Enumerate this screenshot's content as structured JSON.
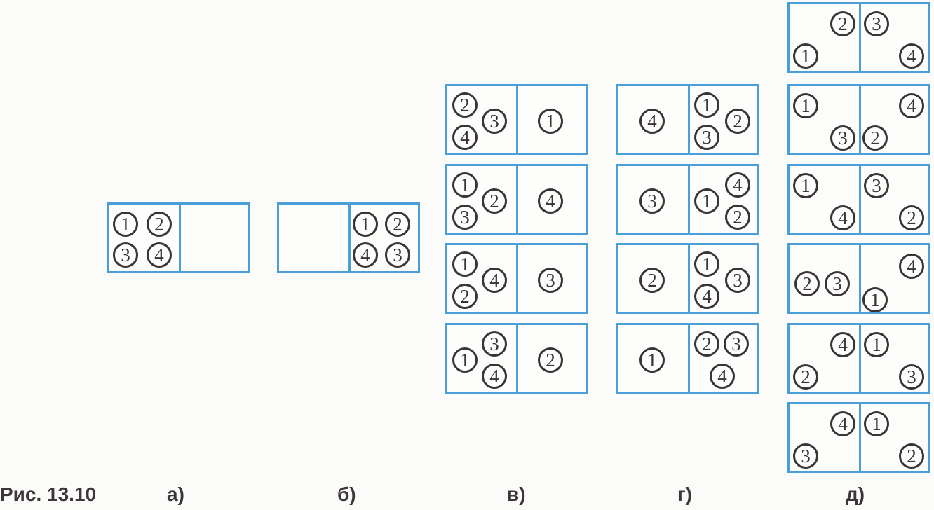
{
  "figure_label": "Рис. 13.10",
  "panel_labels": [
    "а)",
    "б)",
    "в)",
    "г)",
    "д)"
  ],
  "balls": {
    "a": {
      "left": [
        "1",
        "2",
        "3",
        "4"
      ],
      "right": []
    },
    "b": {
      "left": [],
      "right": [
        "1",
        "2",
        "4",
        "3"
      ]
    },
    "v": [
      {
        "left": [
          "2",
          "3",
          "4"
        ],
        "right": [
          "1"
        ]
      },
      {
        "left": [
          "1",
          "2",
          "3"
        ],
        "right": [
          "4"
        ]
      },
      {
        "left": [
          "1",
          "4",
          "2"
        ],
        "right": [
          "3"
        ]
      },
      {
        "left": [
          "1",
          "3",
          "4"
        ],
        "right": [
          "2"
        ]
      }
    ],
    "g": [
      {
        "left": [
          "4"
        ],
        "right": [
          "1",
          "2",
          "3"
        ]
      },
      {
        "left": [
          "3"
        ],
        "right": [
          "1",
          "4",
          "2"
        ]
      },
      {
        "left": [
          "2"
        ],
        "right": [
          "1",
          "3",
          "4"
        ]
      },
      {
        "left": [
          "1"
        ],
        "right": [
          "2",
          "3",
          "4"
        ]
      }
    ],
    "d": [
      {
        "left": [
          "2",
          "1"
        ],
        "right": [
          "3",
          "4"
        ]
      },
      {
        "left": [
          "1",
          "3"
        ],
        "right": [
          "4",
          "2"
        ]
      },
      {
        "left": [
          "1",
          "4"
        ],
        "right": [
          "3",
          "2"
        ]
      },
      {
        "left": [
          "2",
          "3"
        ],
        "right": [
          "4",
          "1"
        ]
      },
      {
        "left": [
          "4",
          "2"
        ],
        "right": [
          "1",
          "3"
        ]
      },
      {
        "left": [
          "4",
          "3"
        ],
        "right": [
          "1",
          "2"
        ]
      }
    ]
  },
  "colors": {
    "box_border": "#4a9fd8",
    "ball": "#3a3436",
    "background": "#fbfbf9"
  }
}
